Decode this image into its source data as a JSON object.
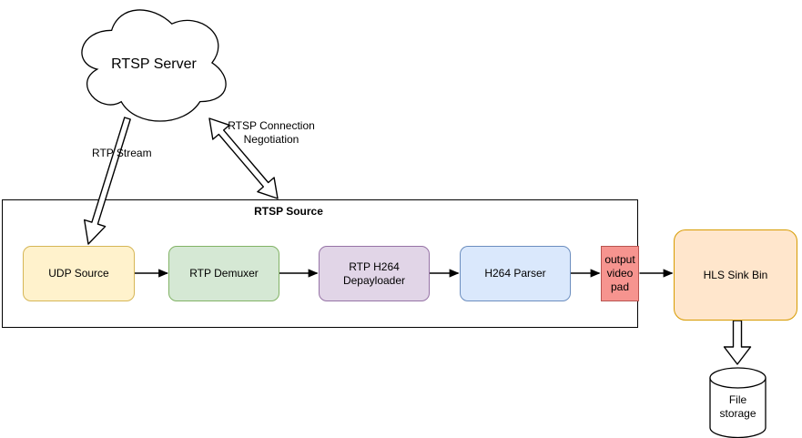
{
  "diagram": {
    "cloud": {
      "label": "RTSP Server"
    },
    "arrows": {
      "rtp_stream_label": "RTP Stream",
      "negotiation_label": "RTSP Connection Negotiation"
    },
    "container": {
      "label": "RTSP Source"
    },
    "pipeline": [
      {
        "id": "udp-source",
        "label": "UDP Source",
        "fill": "#FFF2CC",
        "stroke": "#D6B656"
      },
      {
        "id": "rtp-demuxer",
        "label": "RTP Demuxer",
        "fill": "#D5E8D4",
        "stroke": "#82B366"
      },
      {
        "id": "rtp-h264-depayloader",
        "label": "RTP H264 Depayloader",
        "fill": "#E1D5E7",
        "stroke": "#9673A6"
      },
      {
        "id": "h264-parser",
        "label": "H264 Parser",
        "fill": "#DAE8FC",
        "stroke": "#6C8EBF"
      },
      {
        "id": "output-video-pad",
        "label": "output video pad",
        "fill": "#F6948F",
        "stroke": "#B85450"
      }
    ],
    "sink": {
      "label": "HLS Sink Bin",
      "fill": "#FFE6CC",
      "stroke": "#D79B00"
    },
    "storage": {
      "label": "File storage"
    },
    "line_color": "#000000"
  }
}
